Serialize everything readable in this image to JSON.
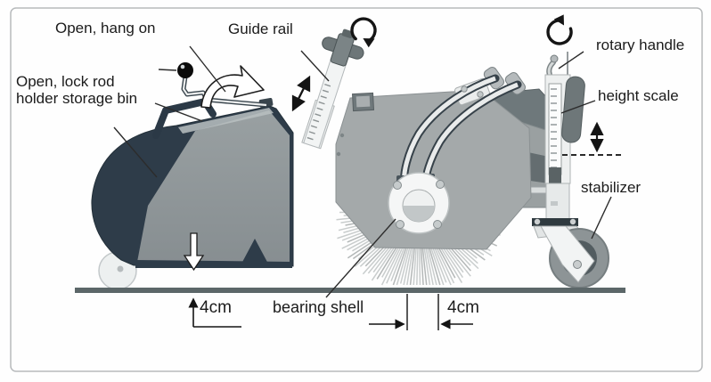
{
  "figure": {
    "type": "technical-diagram",
    "subject": "sweeper attachment setup diagram",
    "labels": {
      "open_hang_on": "Open, hang on",
      "guide_rail": "Guide rail",
      "open_lock_rod": "Open, lock rod holder storage bin",
      "rotary_handle": "rotary handle",
      "height_scale": "height scale",
      "stabilizer": "stabilizer",
      "bearing_shell": "bearing shell"
    },
    "dimensions": {
      "left_clearance": "4cm",
      "right_clearance": "4cm"
    },
    "icons": {
      "left_rotation": "rotation-arrow-icon",
      "right_rotation": "rotation-arrow-icon",
      "rail_slide": "double-arrow-diagonal-icon",
      "height_adjust": "double-arrow-vertical-icon",
      "lower_bin": "down-arrow-icon",
      "ground_gap": "up-arrow-icon",
      "hang_on_swing": "curved-arrow-icon"
    },
    "colors": {
      "bin_dark": "#2e3c49",
      "bin_panel": "#8f9698",
      "plate_gray": "#a4a9aa",
      "mount_gray": "#6e787b",
      "bristles": "#c9cdcd",
      "ground": "#5c6769",
      "ink": "#1b1b1b",
      "frame_border": "#b7babc"
    }
  }
}
